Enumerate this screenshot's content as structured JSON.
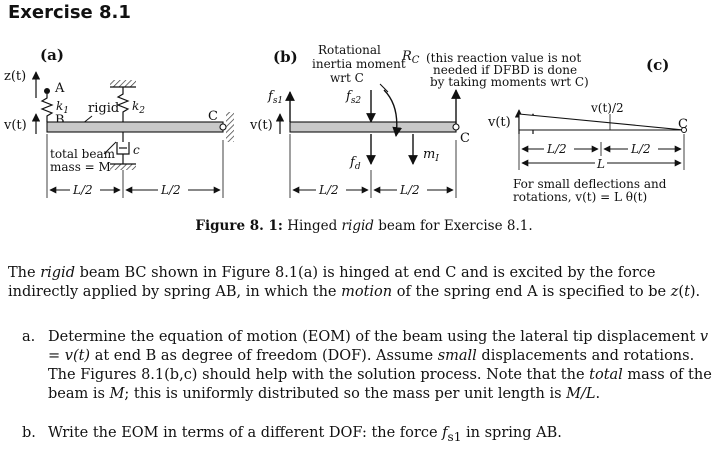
{
  "heading": "Exercise 8.1",
  "figure": {
    "panel_a": {
      "label": "(a)",
      "z_label": "z(t)",
      "A": "A",
      "B": "B",
      "v_label": "v(t)",
      "k1": "k",
      "k1_sub": "1",
      "k2": "k",
      "k2_sub": "2",
      "rigid": "rigid",
      "C": "C",
      "mass_line1": "total beam",
      "mass_line2": "mass = M",
      "c_damper": "c",
      "dim_left": "L/2",
      "dim_right": "L/2"
    },
    "panel_b": {
      "label": "(b)",
      "v_label": "v(t)",
      "fs1": "f",
      "fs1_sub": "s1",
      "fs2": "f",
      "fs2_sub": "s2",
      "fd": "f",
      "fd_sub": "d",
      "mI": "m",
      "mI_sub": "I",
      "rot_line1": "Rotational",
      "rot_line2": "inertia moment",
      "rot_line3": "wrt C",
      "RC": "R",
      "RC_sub": "C",
      "note_line1": "(this reaction value is not",
      "note_line2": "needed if DFBD is done",
      "note_line3": "by taking moments wrt C)",
      "C": "C",
      "dim_left": "L/2",
      "dim_right": "L/2"
    },
    "panel_c": {
      "label": "(c)",
      "v_label": "v(t)",
      "theta": "θ",
      "v_half": "v(t)/2",
      "C": "C",
      "dim_left": "L/2",
      "dim_right": "L/2",
      "dim_total": "L",
      "small_line1": "For small deflections and",
      "small_line2": "rotations, v(t) = L θ(t)"
    }
  },
  "caption": {
    "prefix": "Figure 8. 1:",
    "text_pre": " Hinged ",
    "text_em": "rigid",
    "text_post": " beam for Exercise 8.1."
  },
  "intro": {
    "t1": "The ",
    "em1": "rigid",
    "t2": " beam BC shown in Figure 8.1(a) is hinged at end C and is excited by the force indirectly applied by spring AB, in which the ",
    "em2": "motion",
    "t3": " of the spring end A is specified to be ",
    "em3": "z",
    "t4": "(",
    "em4": "t",
    "t5": ")."
  },
  "items": {
    "a_label": "a.",
    "a_t1": "Determine the equation of motion (EOM) of the beam using the lateral tip displacement ",
    "a_math": "v = v(t)",
    "a_t2": " at end B as degree of freedom (DOF). Assume ",
    "a_em1": "small",
    "a_t3": " displacements and rotations. The Figures 8.1(b,c) should help with the solution process. Note that the ",
    "a_em2": "total",
    "a_t4": " mass of the beam is ",
    "a_em3": "M",
    "a_t5": "; this is uniformly distributed so the mass per unit length is ",
    "a_em4": "M/L",
    "a_t6": ".",
    "b_label": "b.",
    "b_t1": "Write the EOM in terms of a different DOF: the force ",
    "b_em": "f",
    "b_sub": "s1",
    "b_t2": " in spring AB."
  }
}
